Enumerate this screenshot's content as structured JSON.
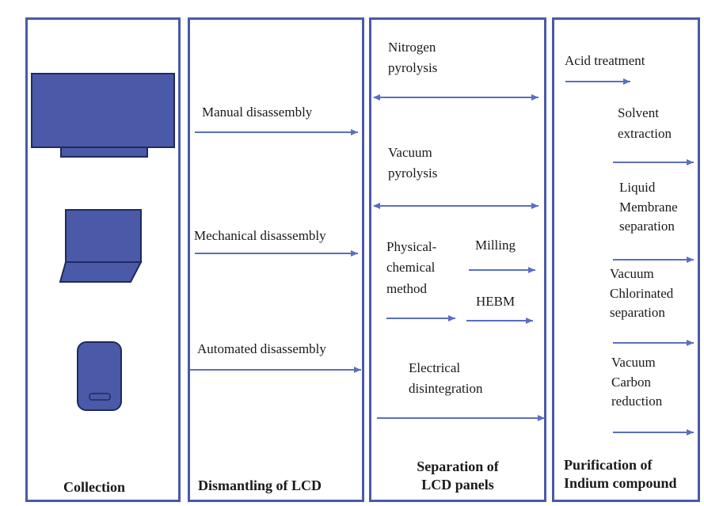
{
  "columns": {
    "collection": {
      "title": "Collection"
    },
    "dismantling": {
      "title": "Dismantling of LCD",
      "methods": [
        "Manual disassembly",
        "Mechanical disassembly",
        "Automated disassembly"
      ]
    },
    "separation": {
      "title_line1": "Separation of",
      "title_line2": "LCD panels",
      "nitrogen_line1": "Nitrogen",
      "nitrogen_line2": "pyrolysis",
      "vacuum_line1": "Vacuum",
      "vacuum_line2": "pyrolysis",
      "physchem_line1": "Physical-",
      "physchem_line2": "chemical",
      "physchem_line3": "method",
      "milling": "Milling",
      "hebm": "HEBM",
      "electrical_line1": "Electrical",
      "electrical_line2": "disintegration"
    },
    "purification": {
      "title_line1": "Purification of",
      "title_line2": "Indium compound",
      "acid": "Acid treatment",
      "solvent_line1": "Solvent",
      "solvent_line2": "extraction",
      "liquid_line1": "Liquid",
      "liquid_line2": "Membrane",
      "liquid_line3": "separation",
      "vcs_line1": "Vacuum",
      "vcs_line2": "Chlorinated",
      "vcs_line3": "separation",
      "vcr_line1": "Vacuum",
      "vcr_line2": "Carbon",
      "vcr_line3": "reduction"
    }
  },
  "colors": {
    "border": "#4a5aa8",
    "arrow": "#5a6fc0",
    "device_fill": "#4a5aa8",
    "device_stroke": "#1f2a5e"
  },
  "icons": [
    "monitor-icon",
    "laptop-icon",
    "smartphone-icon"
  ]
}
